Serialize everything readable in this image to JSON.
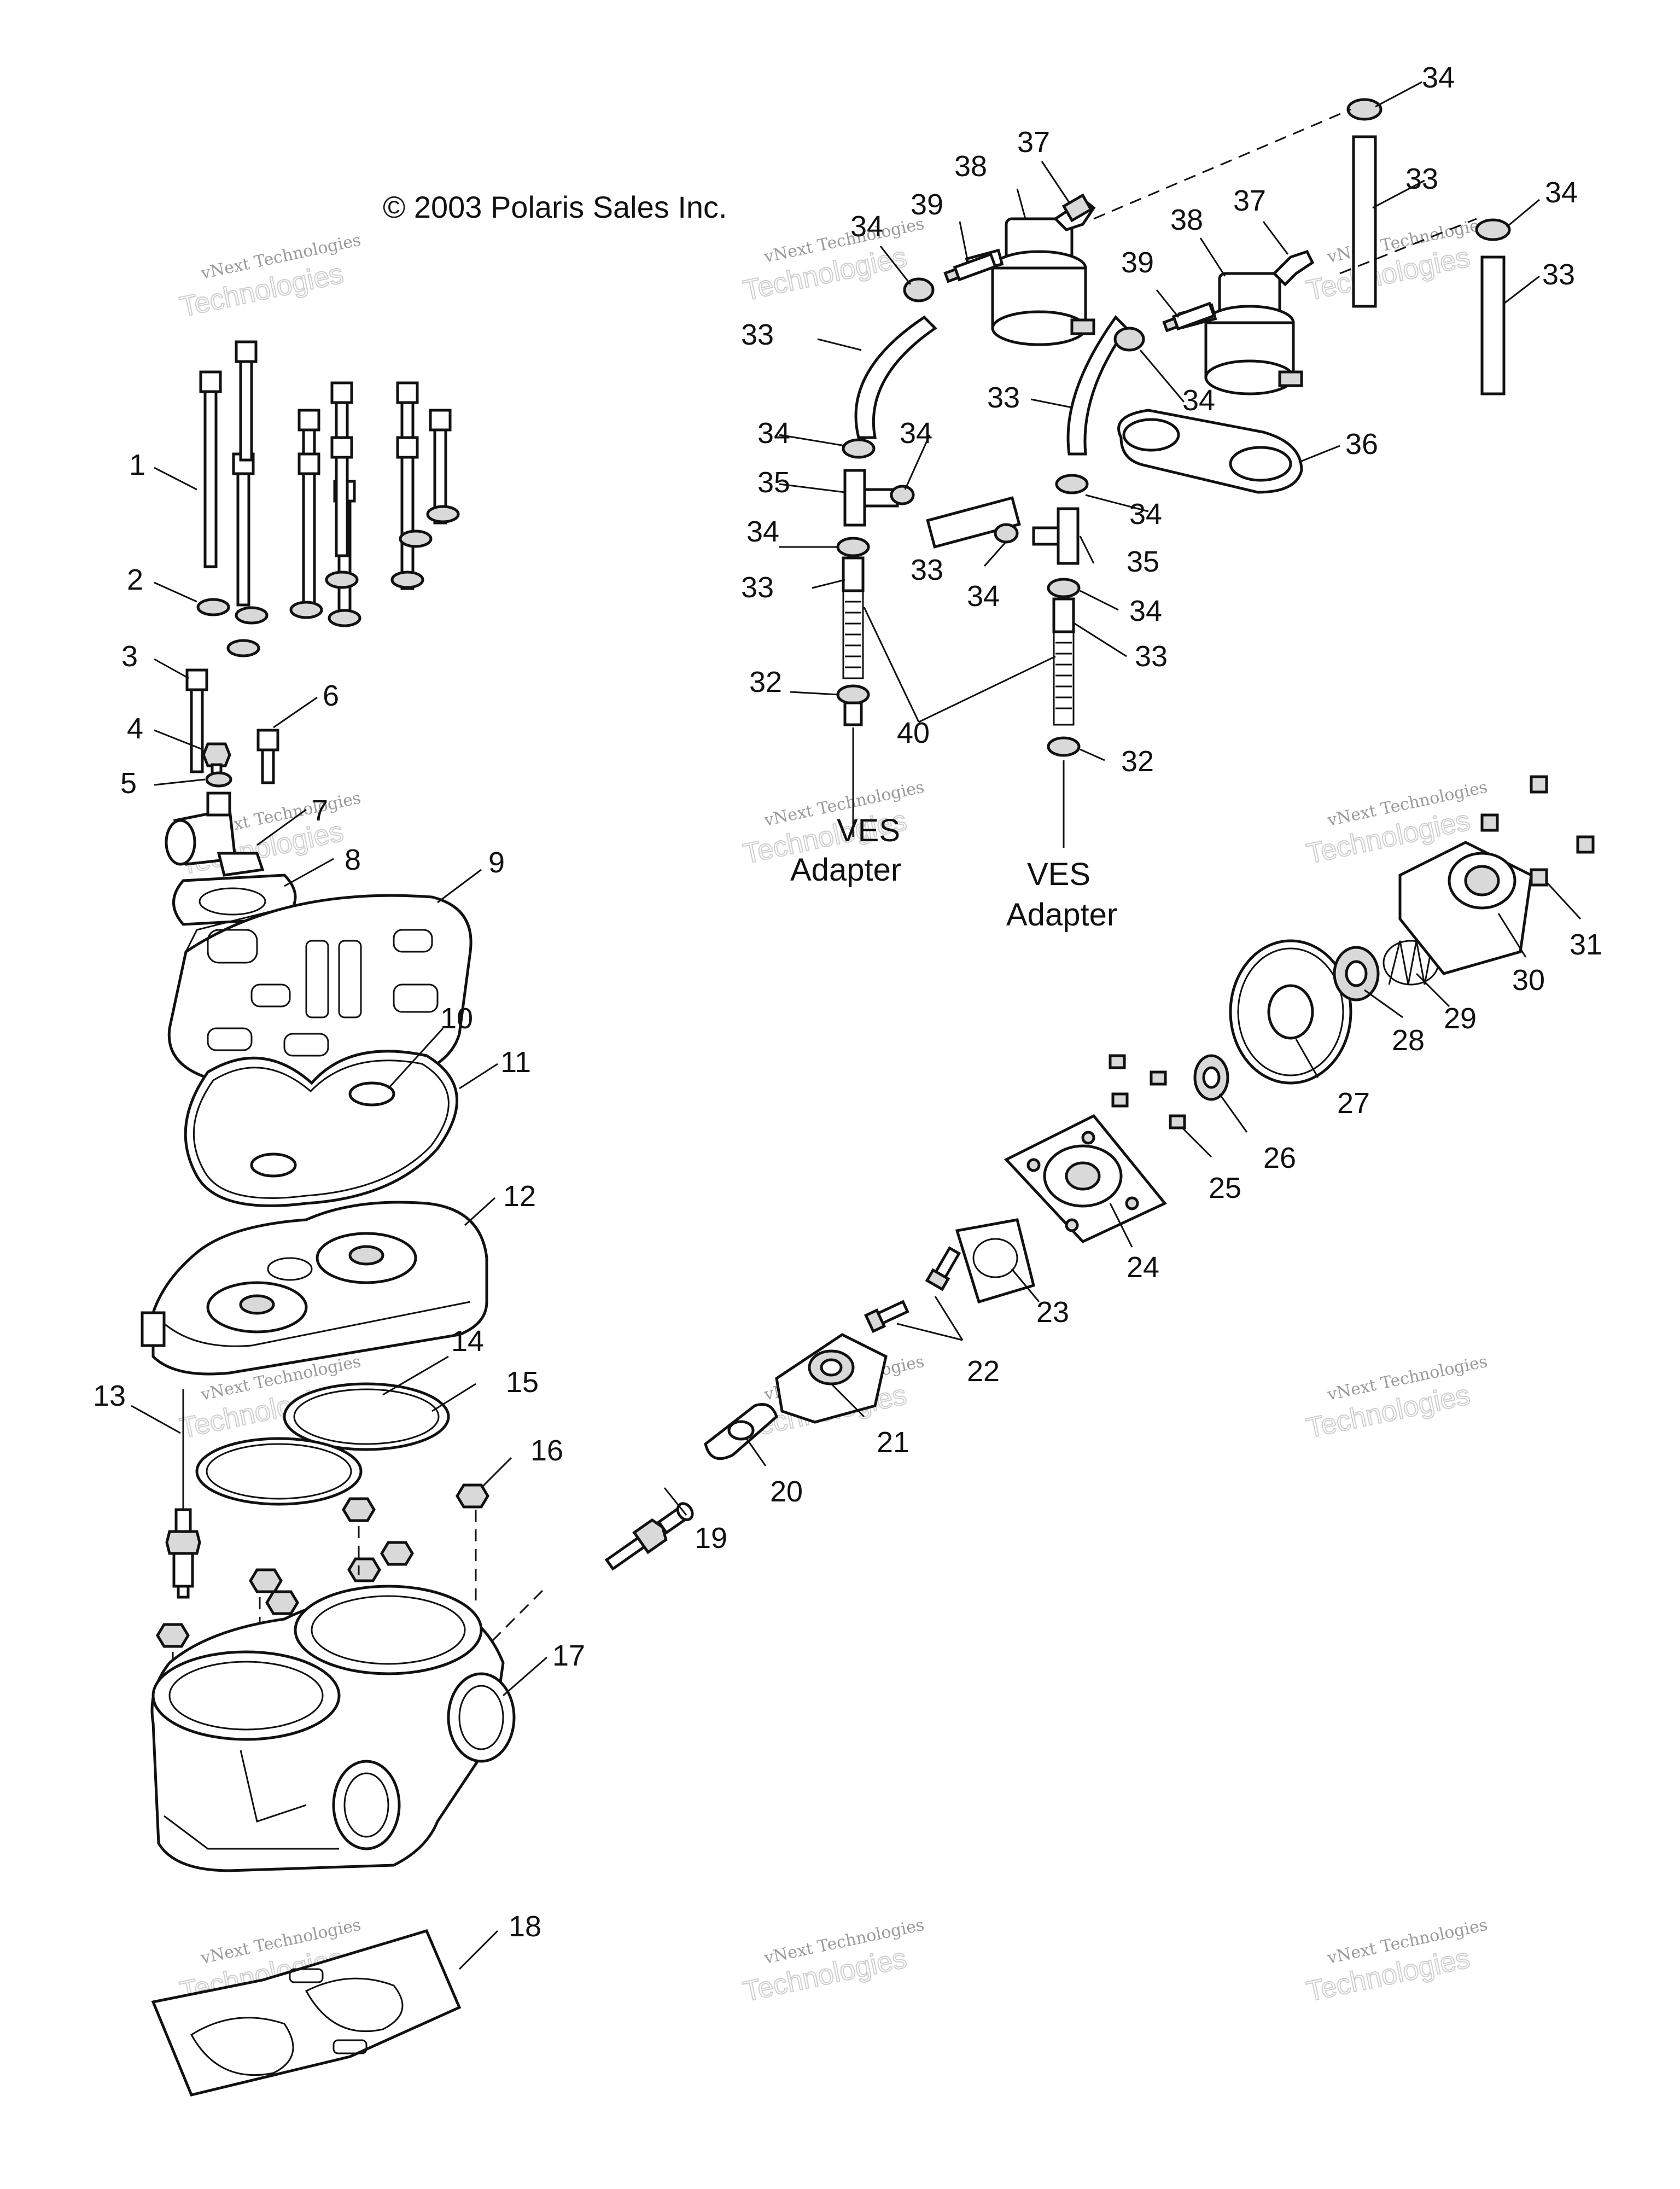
{
  "copyright": "© 2003 Polaris Sales Inc.",
  "watermark": {
    "line1": "vNext Technologies",
    "line2": "Technologies"
  },
  "ves_adapter_left": {
    "line1": "VES",
    "line2": "Adapter"
  },
  "ves_adapter_right": {
    "line1": "VES",
    "line2": "Adapter"
  },
  "callouts": [
    "1",
    "2",
    "3",
    "4",
    "5",
    "6",
    "7",
    "8",
    "9",
    "10",
    "11",
    "12",
    "13",
    "14",
    "15",
    "16",
    "17",
    "18",
    "19",
    "20",
    "21",
    "22",
    "23",
    "24",
    "25",
    "26",
    "27",
    "28",
    "29",
    "30",
    "31",
    "32",
    "33",
    "34",
    "35",
    "36",
    "37",
    "38",
    "39",
    "40"
  ],
  "colors": {
    "ink": "#111111",
    "watermark": "#9a9a9a"
  }
}
